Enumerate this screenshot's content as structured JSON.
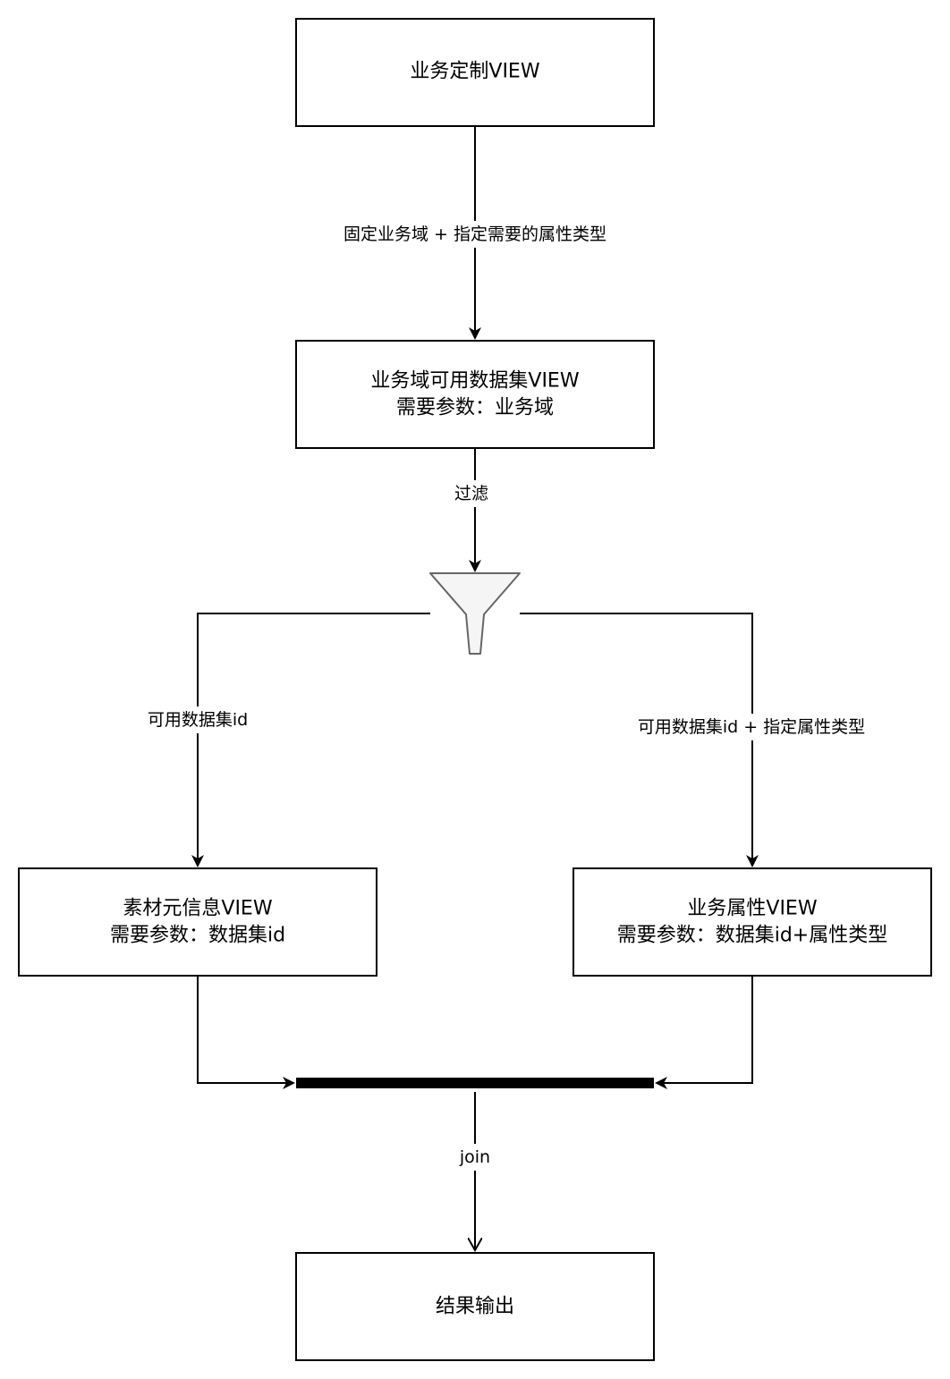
{
  "nodes": {
    "business_custom_view": {
      "line1": "业务定制VIEW"
    },
    "domain_dataset_view": {
      "line1": "业务域可用数据集VIEW",
      "line2": "需要参数：业务域"
    },
    "material_meta_view": {
      "line1": "素材元信息VIEW",
      "line2": "需要参数：数据集id"
    },
    "business_attr_view": {
      "line1": "业务属性VIEW",
      "line2": "需要参数：数据集id+属性类型"
    },
    "result_output": {
      "line1": "结果输出"
    }
  },
  "edges": {
    "fixed_domain": {
      "label": "固定业务域 + 指定需要的属性类型"
    },
    "filter": {
      "label": "过滤"
    },
    "available_dataset_id": {
      "label": "可用数据集id"
    },
    "dataset_id_attr_type": {
      "label": "可用数据集id + 指定属性类型"
    },
    "join": {
      "label": "join"
    }
  },
  "icons": {
    "filter": "funnel-icon"
  },
  "colors": {
    "stroke": "#000000",
    "funnel_fill": "#f5f5f5",
    "funnel_stroke": "#666666"
  }
}
